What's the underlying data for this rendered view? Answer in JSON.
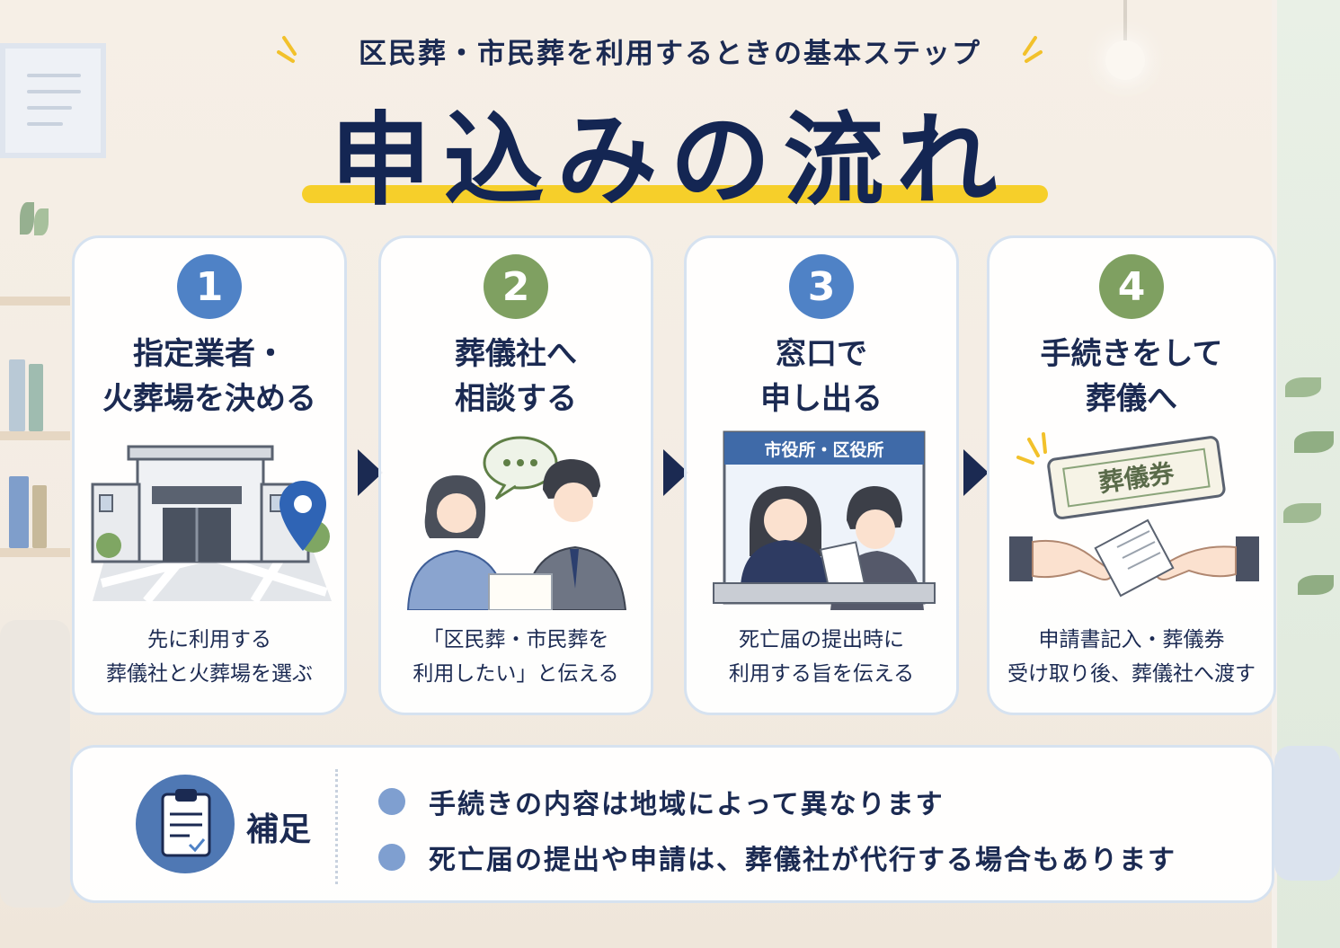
{
  "header": {
    "subtitle": "区民葬・市民葬を利用するときの基本ステップ",
    "title": "申込みの流れ"
  },
  "steps": [
    {
      "number": "1",
      "title_line1": "指定業者・",
      "title_line2": "火葬場を決める",
      "desc_line1": "先に利用する",
      "desc_line2": "葬儀社と火葬場を選ぶ",
      "badge_color": "#4f82c6",
      "icon": "building-map-pin-icon"
    },
    {
      "number": "2",
      "title_line1": "葬儀社へ",
      "title_line2": "相談する",
      "desc_line1": "「区民葬・市民葬を",
      "desc_line2": "利用したい」と伝える",
      "badge_color": "#7fa061",
      "icon": "consultation-speech-bubble-icon"
    },
    {
      "number": "3",
      "title_line1": "窓口で",
      "title_line2": "申し出る",
      "desc_line1": "死亡届の提出時に",
      "desc_line2": "利用する旨を伝える",
      "badge_color": "#4f82c6",
      "icon": "service-counter-icon",
      "counter_sign": "市役所・区役所"
    },
    {
      "number": "4",
      "title_line1": "手続きをして",
      "title_line2": "葬儀へ",
      "desc_line1": "申請書記入・葬儀券",
      "desc_line2": "受け取り後、葬儀社へ渡す",
      "badge_color": "#7fa061",
      "icon": "ticket-handover-icon",
      "ticket_text": "葬儀券"
    }
  ],
  "note": {
    "label": "補足",
    "icon": "clipboard-icon",
    "items": [
      "手続きの内容は地域によって異なります",
      "死亡届の提出や申請は、葬儀社が代行する場合もあります"
    ]
  },
  "colors": {
    "navy": "#1b2a52",
    "accent_yellow": "#f6cf2a",
    "blue": "#4f82c6",
    "green": "#7fa061"
  }
}
